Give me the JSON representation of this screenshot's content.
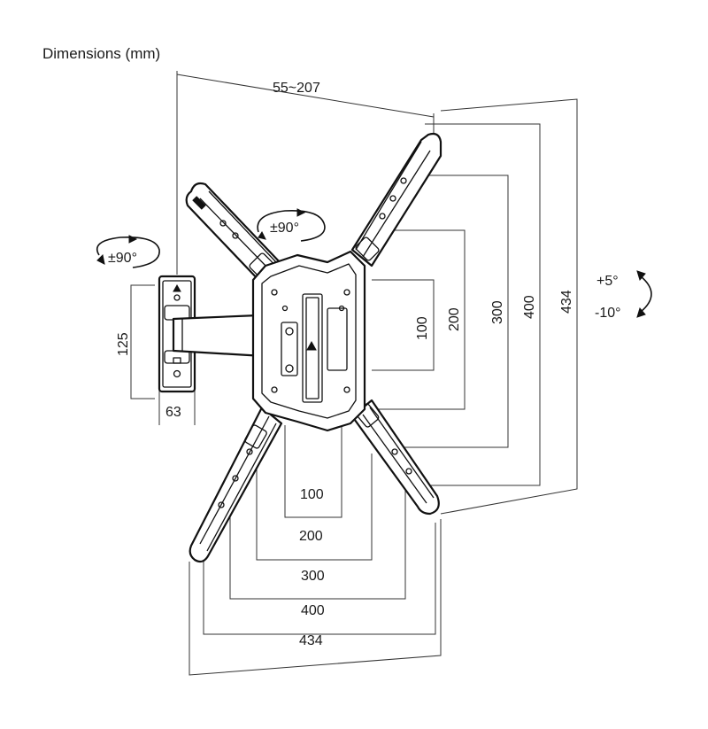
{
  "title": "Dimensions (mm)",
  "labels": {
    "depth_range": "55~207",
    "swivel_arm": "±90°",
    "rotate_plate": "±90°",
    "tilt_up": "+5°",
    "tilt_down": "-10°",
    "wall_plate_height": "125",
    "wall_plate_width": "63"
  },
  "vesa_vertical": [
    "100",
    "200",
    "300",
    "400",
    "434"
  ],
  "vesa_horizontal": [
    "100",
    "200",
    "300",
    "400",
    "434"
  ],
  "colors": {
    "line": "#111111",
    "background": "#ffffff"
  }
}
